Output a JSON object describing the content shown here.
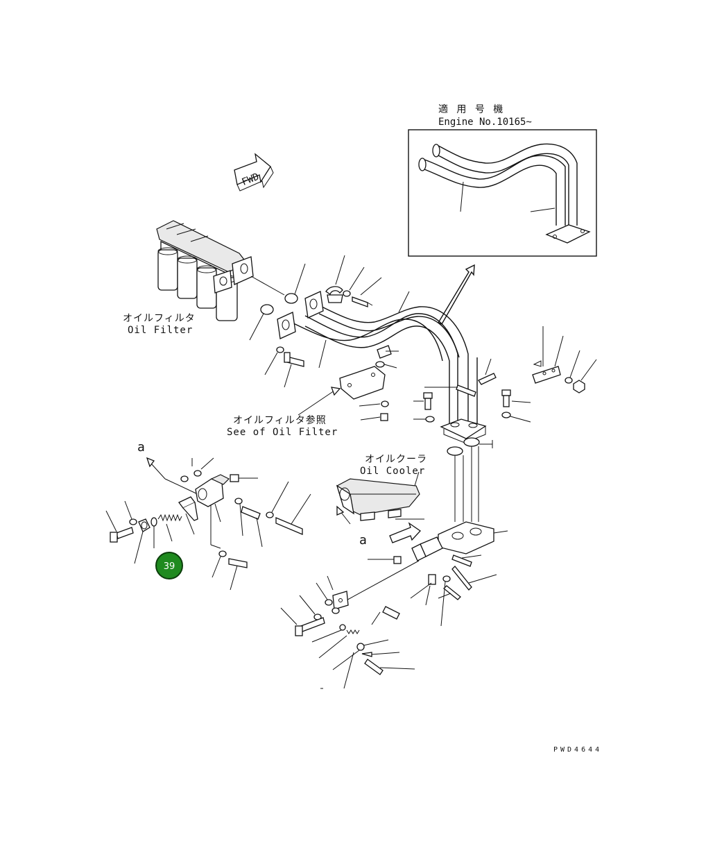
{
  "labels": {
    "applicable_jp": "適 用 号 機",
    "engine_no": "Engine No.10165~",
    "fwd": "FWD",
    "oil_filter_jp": "オイルフィルタ",
    "oil_filter_en": "Oil Filter",
    "see_oil_filter_jp": "オイルフィルタ参照",
    "see_oil_filter_en": "See of Oil Filter",
    "oil_cooler_jp": "オイルクーラ",
    "oil_cooler_en": "Oil Cooler",
    "view_a_upper": "a",
    "view_a_lower": "a",
    "drawing_code": "PWD4644"
  },
  "callout": {
    "number": "39",
    "color": "#1f8a1f",
    "border_color": "#0b3d0b",
    "text_color": "#ffffff"
  }
}
